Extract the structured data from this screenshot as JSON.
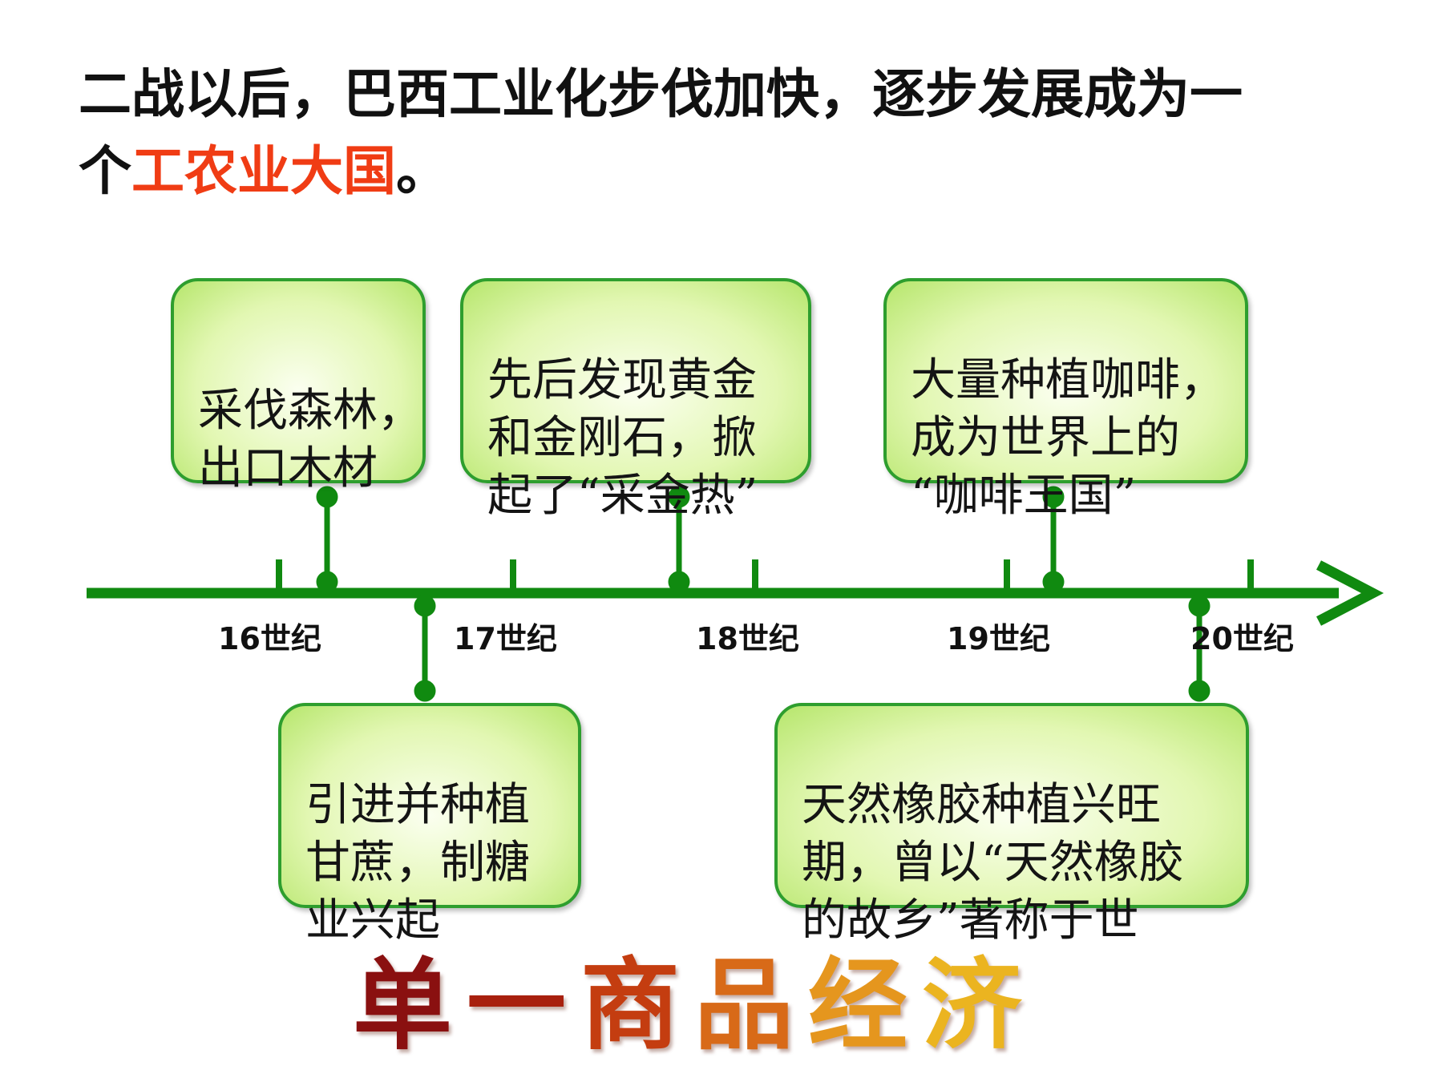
{
  "headline": {
    "line1": "二战以后，巴西工业化步伐加快，逐步发展成为一",
    "line2_prefix": "个",
    "line2_highlight": "工农业大国",
    "line2_suffix": "。"
  },
  "timeline": {
    "centuries": [
      "16世纪",
      "17世纪",
      "18世纪",
      "19世纪",
      "20世纪"
    ],
    "events_top": [
      {
        "text": "采伐森林，\n出口木材"
      },
      {
        "text": "先后发现黄金\n和金刚石，掀\n起了“采金热”"
      },
      {
        "text": "大量种植咖啡，\n成为世界上的\n“咖啡王国”"
      }
    ],
    "events_bottom": [
      {
        "text": "引进并种植\n甘蔗，制糖\n业兴起"
      },
      {
        "text": "天然橡胶种植兴旺\n期，曾以“天然橡胶\n的故乡”著称于世"
      }
    ]
  },
  "banner": {
    "text": "单一商品经济",
    "chars": [
      "单",
      "一",
      "商",
      "品",
      "经",
      "济"
    ]
  },
  "colors": {
    "timeline_green": "#108a10",
    "highlight_red": "#f03c14",
    "box_border": "#2e9e2e"
  }
}
